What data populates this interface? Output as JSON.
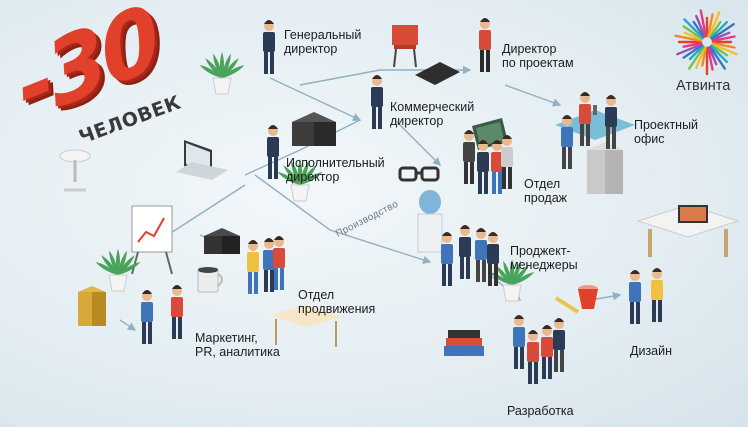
{
  "headline": {
    "number": "-30",
    "unit": "ЧЕЛОВЕК"
  },
  "brand": {
    "name": "Атвинта"
  },
  "roles": {
    "ceo": "Генеральный\nдиректор",
    "projects_director": "Директор\nпо проектам",
    "commercial_director": "Коммерческий\nдиректор",
    "project_office": "Проектный\nофис",
    "executive_director": "Исполнительный\nдиректор",
    "sales": "Отдел\nпродаж",
    "production": "Производство",
    "project_managers": "Проджект-\nменеджеры",
    "promotion": "Отдел\nпродвижения",
    "marketing": "Маркетинг,\nPR, аналитика",
    "design": "Дизайн",
    "development": "Разработка"
  },
  "colors": {
    "accent": "#e1402a",
    "line": "#8fb1c3",
    "shirt_blue": "#3f74b8",
    "shirt_red": "#d84a3a"
  }
}
